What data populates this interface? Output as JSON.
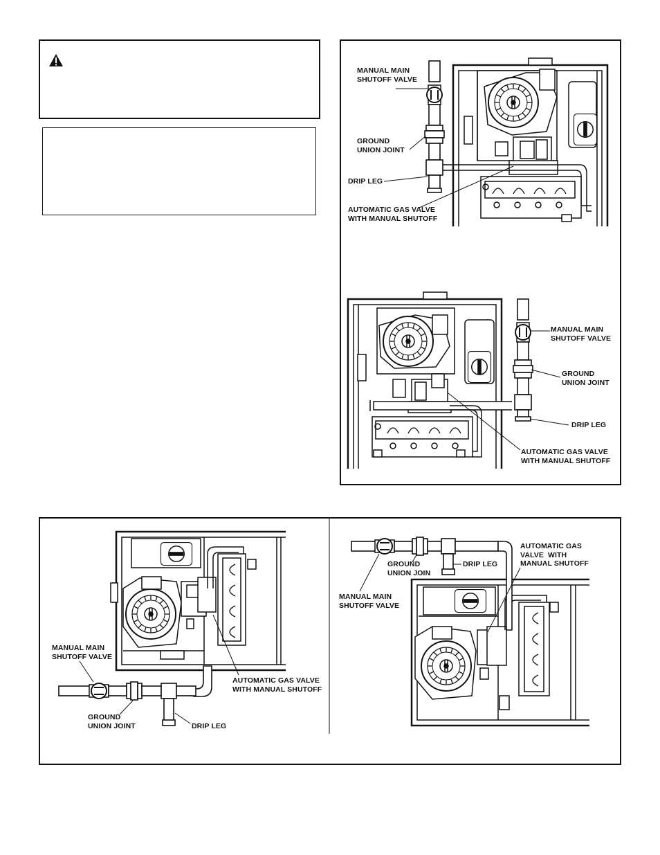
{
  "warning": {
    "icon": "warning-triangle-icon"
  },
  "figures": {
    "upflow": {
      "manual_valve": "MANUAL MAIN\nSHUTOFF VALVE",
      "union": "GROUND\nUNION JOINT",
      "drip": "DRIP LEG",
      "auto_valve": "AUTOMATIC GAS VALVE\nWITH MANUAL SHUTOFF"
    },
    "upflow_right": {
      "manual_valve": "MANUAL MAIN\nSHUTOFF VALVE",
      "union": "GROUND\nUNION JOINT",
      "drip": "DRIP LEG",
      "auto_valve": "AUTOMATIC GAS VALVE\nWITH MANUAL SHUTOFF"
    },
    "horizontal_left": {
      "manual_valve": "MANUAL MAIN\nSHUTOFF VALVE",
      "union": "GROUND\nUNION JOINT",
      "drip": "DRIP LEG",
      "auto_valve": "AUTOMATIC GAS VALVE\nWITH MANUAL SHUTOFF"
    },
    "horizontal_right": {
      "manual_valve": "MANUAL MAIN\nSHUTOFF VALVE",
      "union": "GROUND\nUNION JOIN",
      "drip": "DRIP LEG",
      "auto_valve": "AUTOMATIC GAS\nVALVE  WITH\nMANUAL SHUTOFF"
    }
  }
}
